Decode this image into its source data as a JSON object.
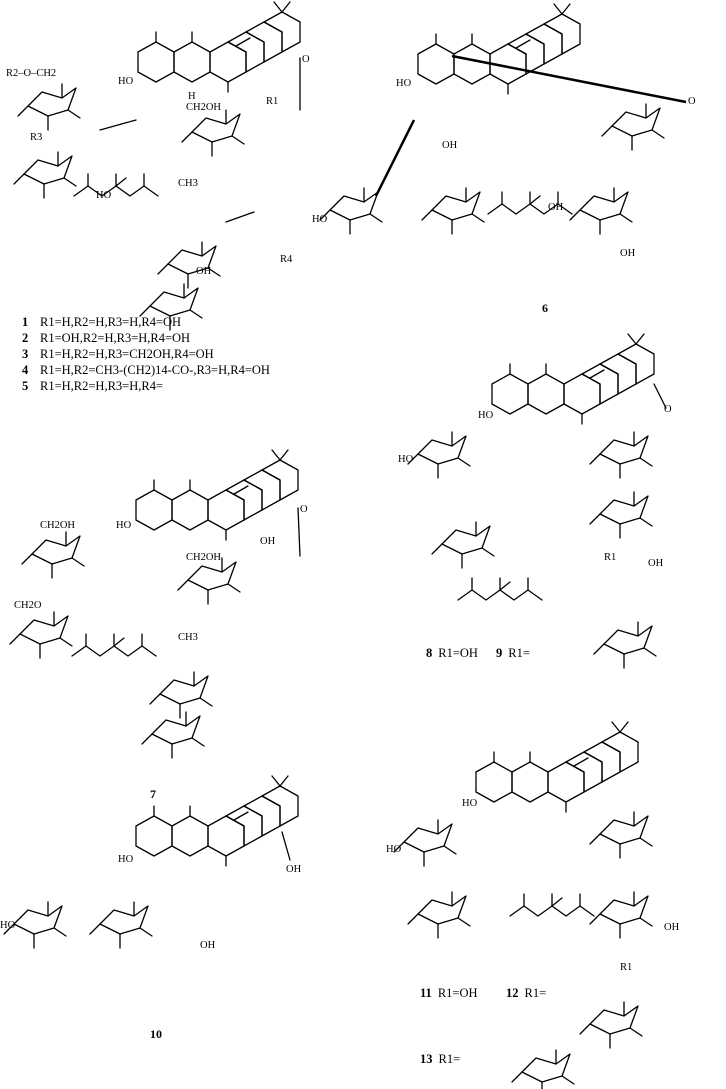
{
  "compounds": {
    "c1": {
      "number": "1",
      "substituents": "R1=H,R2=H,R3=H,R4=OH"
    },
    "c2": {
      "number": "2",
      "substituents": "R1=OH,R2=H,R3=H,R4=OH"
    },
    "c3": {
      "number": "3",
      "substituents": "R1=H,R2=H,R3=CH2OH,R4=OH"
    },
    "c4": {
      "number": "4",
      "substituents": "R1=H,R2=CH3-(CH2)14-CO-,R3=H,R4=OH"
    },
    "c5": {
      "number": "5",
      "substituents": "R1=H,R2=H,R3=H,R4="
    },
    "c6": {
      "number": "6"
    },
    "c7": {
      "number": "7"
    },
    "c8": {
      "number": "8",
      "substituents": "R1=OH"
    },
    "c9": {
      "number": "9",
      "substituents": "R1="
    },
    "c10": {
      "number": "10"
    },
    "c11": {
      "number": "11",
      "substituents": "R1=OH"
    },
    "c12": {
      "number": "12",
      "substituents": "R1="
    },
    "c13": {
      "number": "13",
      "substituents": "R1="
    }
  },
  "atom_labels": {
    "oh": "OH",
    "ho": "HO",
    "h": "H",
    "o": "O",
    "r1": "R1",
    "r2_och2": "R2–O–CH2",
    "r3": "R3",
    "r4": "R4",
    "ch2oh": "CH2OH",
    "ch3": "CH3",
    "ch2o": "CH2O",
    "cooh": "OH",
    "carbonyl": "O"
  }
}
